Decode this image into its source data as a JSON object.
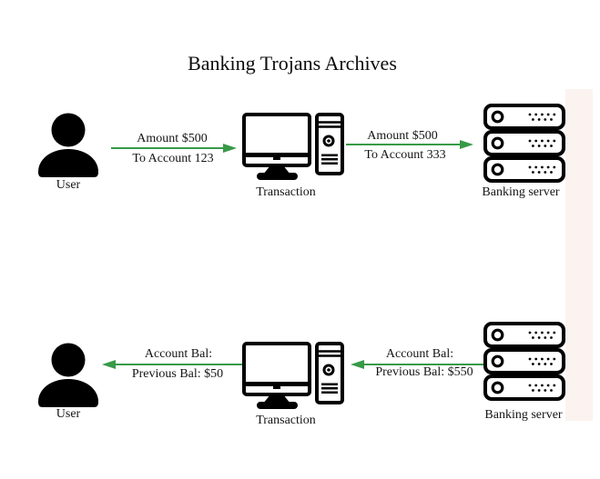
{
  "title": "Banking Trojans Archives",
  "colors": {
    "arrow_green": "#379a48",
    "icon_black": "#000000",
    "side_panel_pink": "#fbf3ef",
    "background": "#ffffff"
  },
  "diagram": {
    "row1": {
      "user_label": "User",
      "transaction_label": "Transaction",
      "server_label": "Banking server",
      "user_to_transaction": {
        "line1": "Amount $500",
        "line2": "To Account 123",
        "direction": "right"
      },
      "transaction_to_server": {
        "line1": "Amount $500",
        "line2": "To Account 333",
        "direction": "right"
      }
    },
    "row2": {
      "user_label": "User",
      "transaction_label": "Transaction",
      "server_label": "Banking server",
      "transaction_to_user": {
        "line1": "Account Bal:",
        "line2": "Previous Bal: $50",
        "direction": "left"
      },
      "server_to_transaction": {
        "line1": "Account Bal:",
        "line2": "Previous Bal: $550",
        "direction": "left"
      }
    }
  }
}
